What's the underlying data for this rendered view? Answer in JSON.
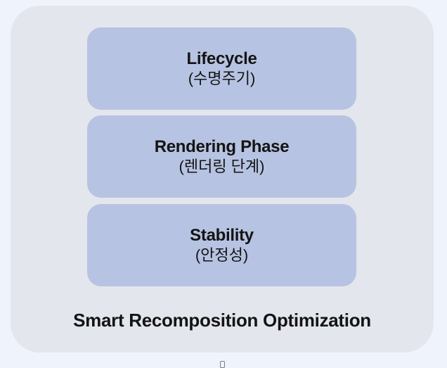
{
  "diagram": {
    "title": "Smart Recomposition Optimization",
    "boxes": [
      {
        "label_en": "Lifecycle",
        "label_ko": "(수명주기)"
      },
      {
        "label_en": "Rendering Phase",
        "label_ko": "(렌더링 단계)"
      },
      {
        "label_en": "Stability",
        "label_ko": "(안정성)"
      }
    ],
    "colors": {
      "page_background": "#eff3fc",
      "panel_background": "#e4e6ed",
      "box_background": "#b7c3e2",
      "text": "#141414"
    }
  }
}
